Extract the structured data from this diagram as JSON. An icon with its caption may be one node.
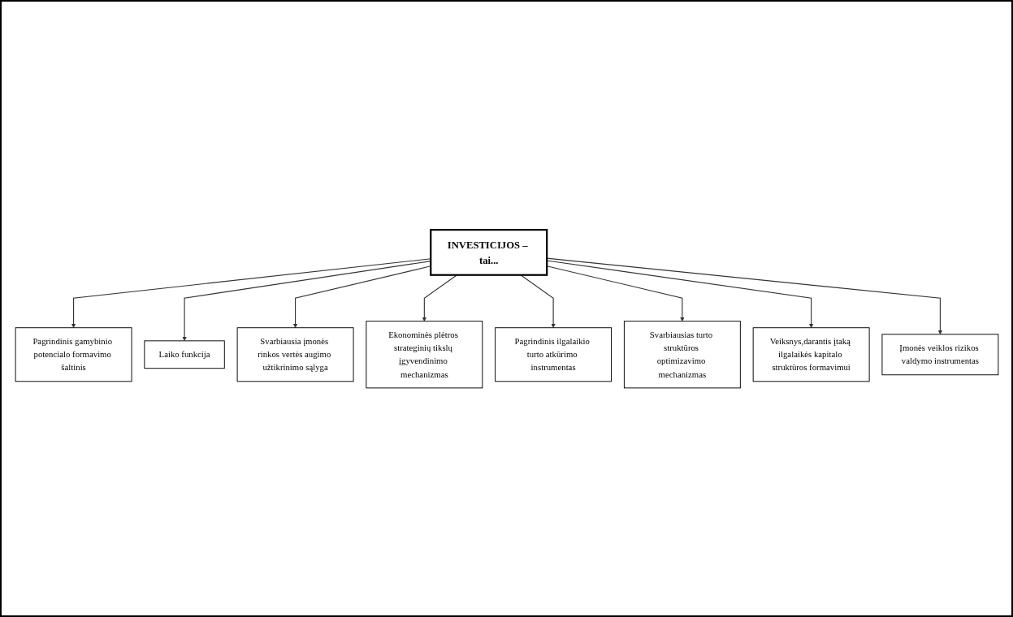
{
  "diagram": {
    "nodes": [
      {
        "text": [
          "Pagrindinis gamybinio potencialo formavimo šaltinis"
        ]
      },
      {
        "text": [
          "Laiko funkcija"
        ]
      },
      {
        "text": [
          "Svarbiausia įmonės rinkos vertės augimo užtikrinimo sąlyga"
        ]
      },
      {
        "text": [
          "Ekonominės plėtros strateginių tikslų įgyvendinimo mechanizmas"
        ]
      },
      {
        "text": [
          "INVESTICIJOS – tai..."
        ]
      },
      {
        "text": [
          "Pagrindinis ilgalaikio turto atkūrimo instrumentas"
        ]
      },
      {
        "text": [
          "Svarbiausias turto struktūros optimizavimo mechanizmas"
        ]
      },
      {
        "text": [
          "Veiksnys,darantis įtaką ilgalaikės kapitalo struktūros formavimui"
        ]
      },
      {
        "text": [
          "Įmonės veiklos rizikos valdymo instrumentas"
        ]
      }
    ],
    "edges": [
      {
        "from": 4,
        "to": 0,
        "arrow": "to"
      },
      {
        "from": 4,
        "to": 1,
        "arrow": "to"
      },
      {
        "from": 4,
        "to": 2,
        "arrow": "to"
      },
      {
        "from": 4,
        "to": 3,
        "arrow": "to"
      },
      {
        "from": 4,
        "to": 5,
        "arrow": "to"
      },
      {
        "from": 4,
        "to": 6,
        "arrow": "to"
      },
      {
        "from": 4,
        "to": 7,
        "arrow": "to"
      },
      {
        "from": 4,
        "to": 8,
        "arrow": "to"
      }
    ]
  }
}
